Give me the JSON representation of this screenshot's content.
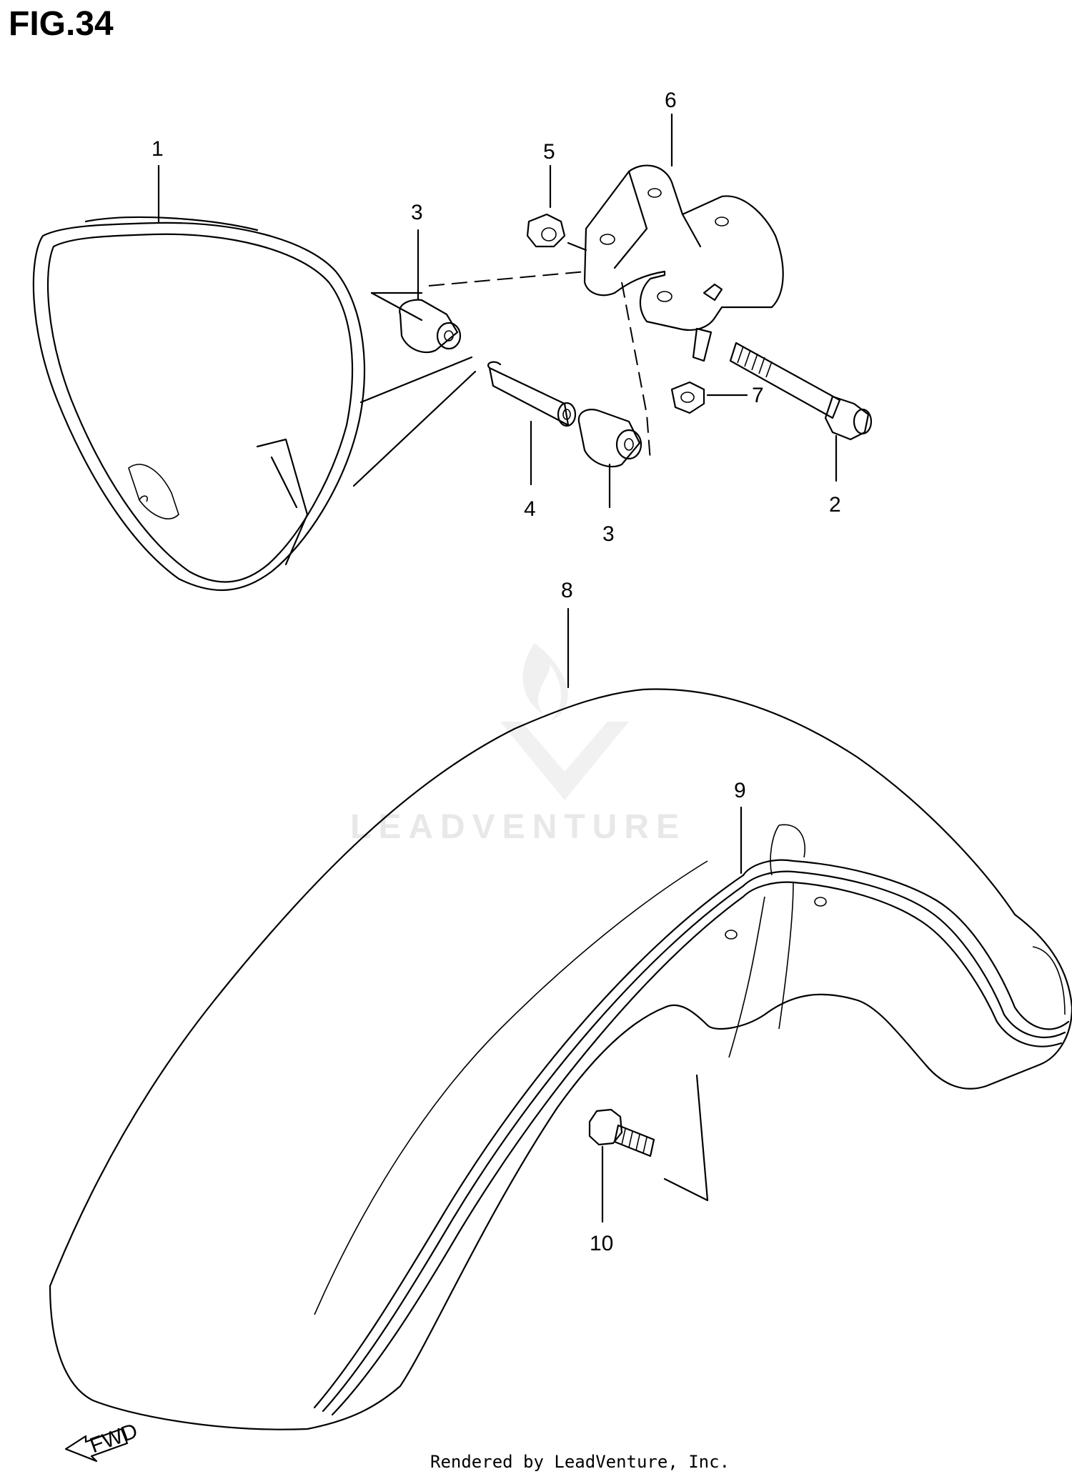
{
  "figure": {
    "title": "FIG.34"
  },
  "callouts": [
    {
      "id": "1",
      "label": "1"
    },
    {
      "id": "2",
      "label": "2"
    },
    {
      "id": "3a",
      "label": "3"
    },
    {
      "id": "3b",
      "label": "3"
    },
    {
      "id": "4",
      "label": "4"
    },
    {
      "id": "5",
      "label": "5"
    },
    {
      "id": "6",
      "label": "6"
    },
    {
      "id": "7",
      "label": "7"
    },
    {
      "id": "8",
      "label": "8"
    },
    {
      "id": "9",
      "label": "9"
    },
    {
      "id": "10",
      "label": "10"
    }
  ],
  "fwd_arrow": {
    "label": "FWD"
  },
  "watermark": {
    "text": "LEADVENTURE"
  },
  "footer": {
    "text": "Rendered by LeadVenture, Inc."
  }
}
